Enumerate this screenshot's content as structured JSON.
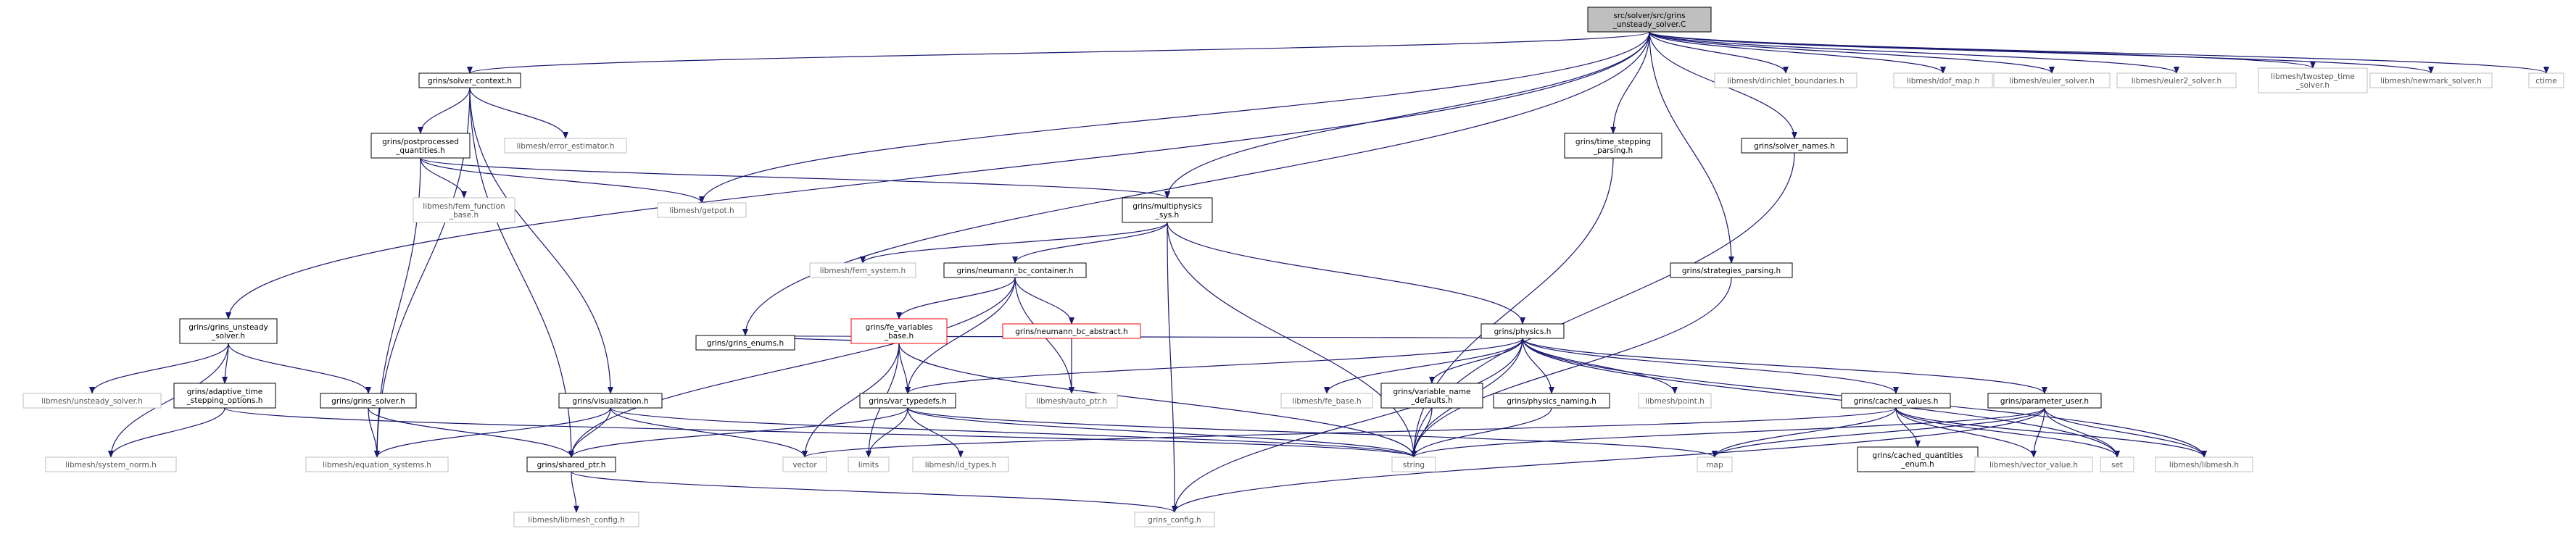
{
  "colors": {
    "edge": "#191970",
    "node_border": "#000000",
    "ext_border": "#bfbfbf",
    "ext_text": "#555555",
    "root_fill": "#bfbfbf",
    "err_border": "#ff0000",
    "text": "#000000"
  },
  "nodes": [
    {
      "id": "n_root",
      "kind": "root",
      "lines": [
        "src/solver/src/grins",
        "_unsteady_solver.C"
      ]
    },
    {
      "id": "n_ctx",
      "kind": "normal",
      "lines": [
        "grins/solver_context.h"
      ]
    },
    {
      "id": "n_getpot",
      "kind": "ext",
      "lines": [
        "libmesh/getpot.h"
      ]
    },
    {
      "id": "n_enums",
      "kind": "normal",
      "lines": [
        "grins/grins_enums.h"
      ]
    },
    {
      "id": "n_multiphys",
      "kind": "normal",
      "lines": [
        "grins/multiphysics",
        "_sys.h"
      ]
    },
    {
      "id": "n_tsp",
      "kind": "normal",
      "lines": [
        "grins/time_stepping",
        "_parsing.h"
      ]
    },
    {
      "id": "n_solvnames",
      "kind": "normal",
      "lines": [
        "grins/solver_names.h"
      ]
    },
    {
      "id": "n_strat",
      "kind": "normal",
      "lines": [
        "grins/strategies_parsing.h"
      ]
    },
    {
      "id": "n_dirichlet",
      "kind": "ext",
      "lines": [
        "libmesh/dirichlet_boundaries.h"
      ]
    },
    {
      "id": "n_dofmap",
      "kind": "ext",
      "lines": [
        "libmesh/dof_map.h"
      ]
    },
    {
      "id": "n_euler",
      "kind": "ext",
      "lines": [
        "libmesh/euler_solver.h"
      ]
    },
    {
      "id": "n_euler2",
      "kind": "ext",
      "lines": [
        "libmesh/euler2_solver.h"
      ]
    },
    {
      "id": "n_twostep",
      "kind": "ext",
      "lines": [
        "libmesh/twostep_time",
        "_solver.h"
      ]
    },
    {
      "id": "n_newmark",
      "kind": "ext",
      "lines": [
        "libmesh/newmark_solver.h"
      ]
    },
    {
      "id": "n_ctime",
      "kind": "ext",
      "lines": [
        "ctime"
      ]
    },
    {
      "id": "n_gus",
      "kind": "normal",
      "lines": [
        "grins/grins_unsteady",
        "_solver.h"
      ]
    },
    {
      "id": "n_postproc",
      "kind": "normal",
      "lines": [
        "grins/postprocessed",
        "_quantities.h"
      ]
    },
    {
      "id": "n_errest",
      "kind": "ext",
      "lines": [
        "libmesh/error_estimator.h"
      ]
    },
    {
      "id": "n_femfunc",
      "kind": "ext",
      "lines": [
        "libmesh/fem_function",
        "_base.h"
      ]
    },
    {
      "id": "n_femsys",
      "kind": "ext",
      "lines": [
        "libmesh/fem_system.h"
      ]
    },
    {
      "id": "n_neumann",
      "kind": "normal",
      "lines": [
        "grins/neumann_bc_container.h"
      ]
    },
    {
      "id": "n_physics",
      "kind": "normal",
      "lines": [
        "grins/physics.h"
      ]
    },
    {
      "id": "n_fevars",
      "kind": "err",
      "lines": [
        "grins/fe_variables",
        "_base.h"
      ]
    },
    {
      "id": "n_neuabs",
      "kind": "err",
      "lines": [
        "grins/neumann_bc_abstract.h"
      ]
    },
    {
      "id": "n_autoptr",
      "kind": "ext",
      "lines": [
        "libmesh/auto_ptr.h"
      ]
    },
    {
      "id": "n_unsteady",
      "kind": "ext",
      "lines": [
        "libmesh/unsteady_solver.h"
      ]
    },
    {
      "id": "n_adaptive",
      "kind": "normal",
      "lines": [
        "grins/adaptive_time",
        "_stepping_options.h"
      ]
    },
    {
      "id": "n_gsolver",
      "kind": "normal",
      "lines": [
        "grins/grins_solver.h"
      ]
    },
    {
      "id": "n_vis",
      "kind": "normal",
      "lines": [
        "grins/visualization.h"
      ]
    },
    {
      "id": "n_vartd",
      "kind": "normal",
      "lines": [
        "grins/var_typedefs.h"
      ]
    },
    {
      "id": "n_febase",
      "kind": "ext",
      "lines": [
        "libmesh/fe_base.h"
      ]
    },
    {
      "id": "n_varname",
      "kind": "normal",
      "lines": [
        "grins/variable_name",
        "_defaults.h"
      ]
    },
    {
      "id": "n_physnaming",
      "kind": "normal",
      "lines": [
        "grins/physics_naming.h"
      ]
    },
    {
      "id": "n_point",
      "kind": "ext",
      "lines": [
        "libmesh/point.h"
      ]
    },
    {
      "id": "n_cached",
      "kind": "normal",
      "lines": [
        "grins/cached_values.h"
      ]
    },
    {
      "id": "n_paramuser",
      "kind": "normal",
      "lines": [
        "grins/parameter_user.h"
      ]
    },
    {
      "id": "n_sysnorm",
      "kind": "ext",
      "lines": [
        "libmesh/system_norm.h"
      ]
    },
    {
      "id": "n_eqsys",
      "kind": "ext",
      "lines": [
        "libmesh/equation_systems.h"
      ]
    },
    {
      "id": "n_shptr",
      "kind": "normal",
      "lines": [
        "grins/shared_ptr.h"
      ]
    },
    {
      "id": "n_vector",
      "kind": "ext",
      "lines": [
        "vector"
      ]
    },
    {
      "id": "n_limits",
      "kind": "ext",
      "lines": [
        "limits"
      ]
    },
    {
      "id": "n_idtypes",
      "kind": "ext",
      "lines": [
        "libmesh/id_types.h"
      ]
    },
    {
      "id": "n_string",
      "kind": "ext",
      "lines": [
        "string"
      ]
    },
    {
      "id": "n_map",
      "kind": "ext",
      "lines": [
        "map"
      ]
    },
    {
      "id": "n_cqenum",
      "kind": "normal",
      "lines": [
        "grins/cached_quantities",
        "_enum.h"
      ]
    },
    {
      "id": "n_vecval",
      "kind": "ext",
      "lines": [
        "libmesh/vector_value.h"
      ]
    },
    {
      "id": "n_set",
      "kind": "ext",
      "lines": [
        "set"
      ]
    },
    {
      "id": "n_libmesh",
      "kind": "ext",
      "lines": [
        "libmesh/libmesh.h"
      ]
    },
    {
      "id": "n_lmconfig",
      "kind": "ext",
      "lines": [
        "libmesh/libmesh_config.h"
      ]
    },
    {
      "id": "n_gconfig",
      "kind": "ext",
      "lines": [
        "grins_config.h"
      ]
    }
  ],
  "edges": [
    [
      "n_root",
      "n_ctx"
    ],
    [
      "n_root",
      "n_getpot"
    ],
    [
      "n_root",
      "n_enums"
    ],
    [
      "n_root",
      "n_multiphys"
    ],
    [
      "n_root",
      "n_tsp"
    ],
    [
      "n_root",
      "n_solvnames"
    ],
    [
      "n_root",
      "n_strat"
    ],
    [
      "n_root",
      "n_dirichlet"
    ],
    [
      "n_root",
      "n_dofmap"
    ],
    [
      "n_root",
      "n_euler"
    ],
    [
      "n_root",
      "n_euler2"
    ],
    [
      "n_root",
      "n_twostep"
    ],
    [
      "n_root",
      "n_newmark"
    ],
    [
      "n_root",
      "n_ctime"
    ],
    [
      "n_root",
      "n_gus"
    ],
    [
      "n_ctx",
      "n_postproc"
    ],
    [
      "n_ctx",
      "n_errest"
    ],
    [
      "n_ctx",
      "n_vis"
    ],
    [
      "n_ctx",
      "n_eqsys"
    ],
    [
      "n_ctx",
      "n_shptr"
    ],
    [
      "n_postproc",
      "n_femfunc"
    ],
    [
      "n_postproc",
      "n_getpot"
    ],
    [
      "n_postproc",
      "n_multiphys"
    ],
    [
      "n_postproc",
      "n_eqsys"
    ],
    [
      "n_multiphys",
      "n_femsys"
    ],
    [
      "n_multiphys",
      "n_neumann"
    ],
    [
      "n_multiphys",
      "n_physics"
    ],
    [
      "n_multiphys",
      "n_string"
    ],
    [
      "n_multiphys",
      "n_gconfig"
    ],
    [
      "n_tsp",
      "n_string"
    ],
    [
      "n_solvnames",
      "n_string"
    ],
    [
      "n_strat",
      "n_string"
    ],
    [
      "n_gus",
      "n_unsteady"
    ],
    [
      "n_gus",
      "n_adaptive"
    ],
    [
      "n_gus",
      "n_gsolver"
    ],
    [
      "n_gus",
      "n_sysnorm"
    ],
    [
      "n_adaptive",
      "n_sysnorm"
    ],
    [
      "n_adaptive",
      "n_string"
    ],
    [
      "n_gsolver",
      "n_eqsys"
    ],
    [
      "n_gsolver",
      "n_shptr"
    ],
    [
      "n_vis",
      "n_eqsys"
    ],
    [
      "n_vis",
      "n_shptr"
    ],
    [
      "n_vis",
      "n_string"
    ],
    [
      "n_vis",
      "n_vector"
    ],
    [
      "n_neumann",
      "n_fevars"
    ],
    [
      "n_neumann",
      "n_neuabs"
    ],
    [
      "n_neumann",
      "n_vartd"
    ],
    [
      "n_neumann",
      "n_autoptr"
    ],
    [
      "n_neumann",
      "n_shptr"
    ],
    [
      "n_fevars",
      "n_enums"
    ],
    [
      "n_fevars",
      "n_vartd"
    ],
    [
      "n_fevars",
      "n_vector"
    ],
    [
      "n_fevars",
      "n_limits"
    ],
    [
      "n_fevars",
      "n_string"
    ],
    [
      "n_neuabs",
      "n_autoptr"
    ],
    [
      "n_physics",
      "n_enums"
    ],
    [
      "n_physics",
      "n_vartd"
    ],
    [
      "n_physics",
      "n_febase"
    ],
    [
      "n_physics",
      "n_varname"
    ],
    [
      "n_physics",
      "n_physnaming"
    ],
    [
      "n_physics",
      "n_point"
    ],
    [
      "n_physics",
      "n_cached"
    ],
    [
      "n_physics",
      "n_paramuser"
    ],
    [
      "n_physics",
      "n_string"
    ],
    [
      "n_physics",
      "n_set"
    ],
    [
      "n_physics",
      "n_libmesh"
    ],
    [
      "n_physics",
      "n_gconfig"
    ],
    [
      "n_vartd",
      "n_limits"
    ],
    [
      "n_vartd",
      "n_idtypes"
    ],
    [
      "n_vartd",
      "n_string"
    ],
    [
      "n_vartd",
      "n_map"
    ],
    [
      "n_vartd",
      "n_shptr"
    ],
    [
      "n_varname",
      "n_string"
    ],
    [
      "n_physnaming",
      "n_string"
    ],
    [
      "n_cached",
      "n_cqenum"
    ],
    [
      "n_cached",
      "n_vecval"
    ],
    [
      "n_cached",
      "n_set"
    ],
    [
      "n_cached",
      "n_map"
    ],
    [
      "n_cached",
      "n_vector"
    ],
    [
      "n_cached",
      "n_libmesh"
    ],
    [
      "n_paramuser",
      "n_map"
    ],
    [
      "n_paramuser",
      "n_string"
    ],
    [
      "n_paramuser",
      "n_set"
    ],
    [
      "n_paramuser",
      "n_vecval"
    ],
    [
      "n_paramuser",
      "n_libmesh"
    ],
    [
      "n_paramuser",
      "n_gconfig"
    ],
    [
      "n_shptr",
      "n_lmconfig"
    ],
    [
      "n_shptr",
      "n_gconfig"
    ]
  ]
}
